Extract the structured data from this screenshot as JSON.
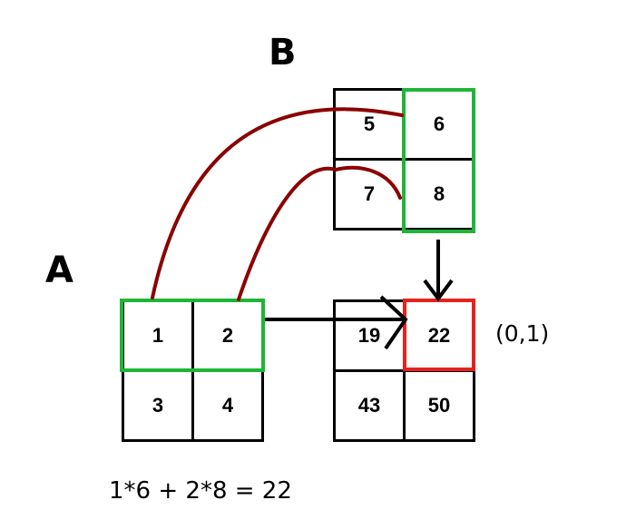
{
  "labels": {
    "matrix_a": "A",
    "matrix_b": "B"
  },
  "matrix_a": {
    "rows": [
      [
        "1",
        "2"
      ],
      [
        "3",
        "4"
      ]
    ]
  },
  "matrix_b": {
    "rows": [
      [
        "5",
        "6"
      ],
      [
        "7",
        "8"
      ]
    ]
  },
  "matrix_c": {
    "rows": [
      [
        "19",
        "22"
      ],
      [
        "43",
        "50"
      ]
    ]
  },
  "index_label": "(0,1)",
  "equation": "1*6 + 2*8 = 22",
  "colors": {
    "highlight_green": "#1fb538",
    "highlight_red": "#e8211c",
    "curve_dark_red": "#8b0000",
    "grid_black": "#000000"
  }
}
